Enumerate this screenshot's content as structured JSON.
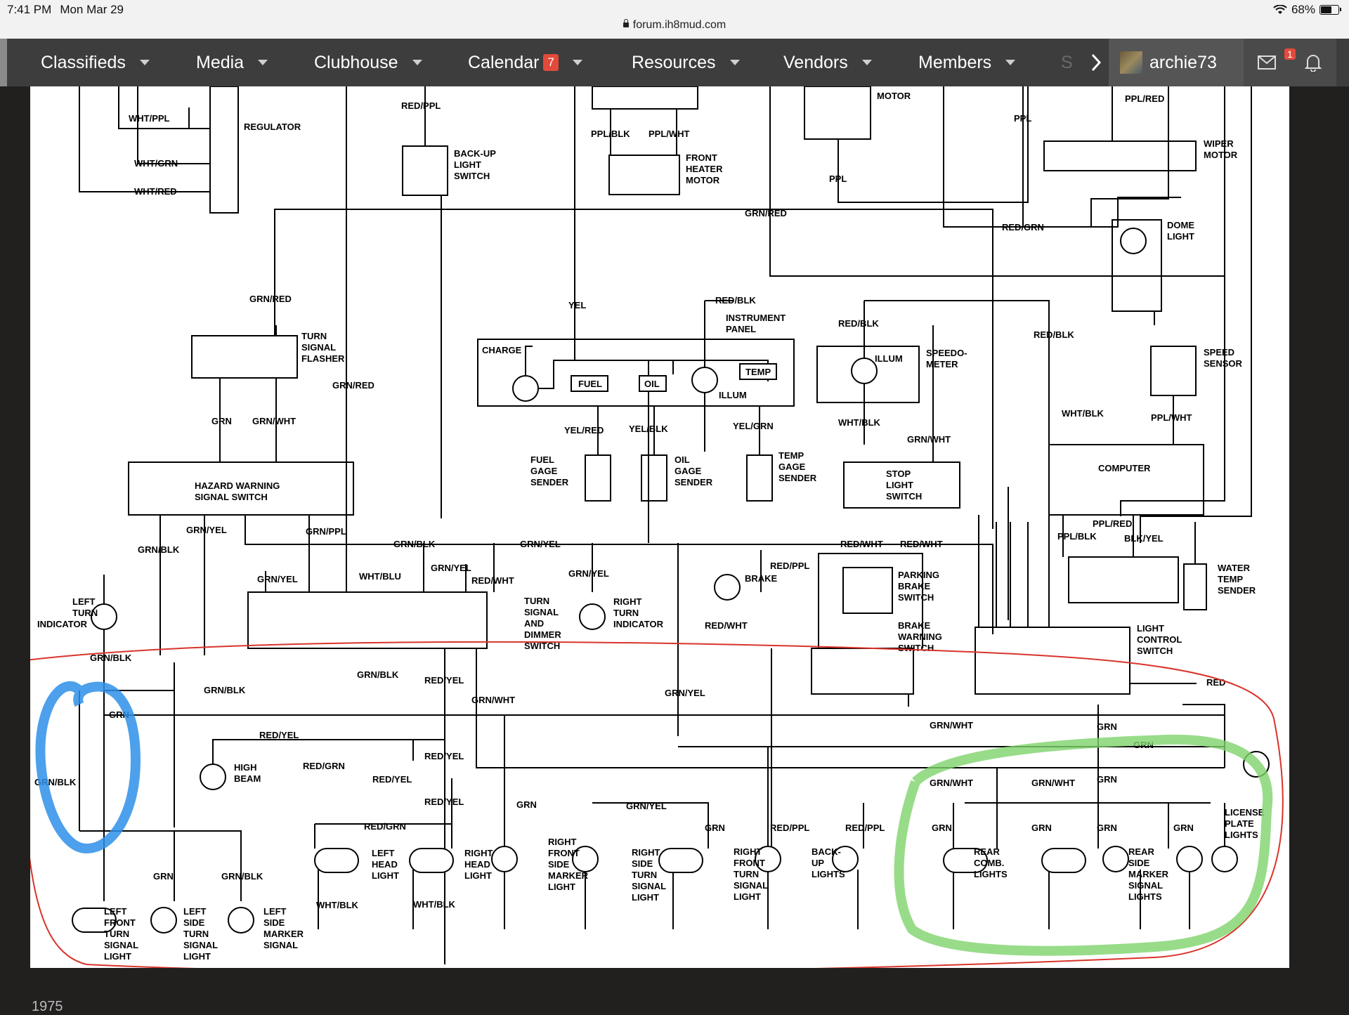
{
  "status_bar": {
    "time": "7:41 PM",
    "date": "Mon Mar 29",
    "url": "forum.ih8mud.com",
    "battery": "68%",
    "battery_level": 0.68
  },
  "nav": {
    "items": [
      {
        "label": "Classifieds"
      },
      {
        "label": "Media"
      },
      {
        "label": "Clubhouse"
      },
      {
        "label": "Calendar",
        "badge": "7"
      },
      {
        "label": "Resources"
      },
      {
        "label": "Vendors"
      },
      {
        "label": "Members"
      }
    ],
    "overflow_label": "S",
    "username": "archie73",
    "alerts_count": "1",
    "icons": {
      "messages": "envelope-icon",
      "alerts": "bell-icon",
      "more": "chevron-right-icon"
    }
  },
  "diagram": {
    "labels": {
      "whtppl": "WHT/PPL",
      "regulator": "REGULATOR",
      "whtgrn": "WHT/GRN",
      "whtred": "WHT/RED",
      "redppl_top": "RED/PPL",
      "backup_switch_1": "BACK-UP",
      "backup_switch_2": "LIGHT",
      "backup_switch_3": "SWITCH",
      "pplblk": "PPL/BLK",
      "pplwht": "PPL/WHT",
      "fhm_1": "FRONT",
      "fhm_2": "HEATER",
      "fhm_3": "MOTOR",
      "motor": "MOTOR",
      "ppl_1": "PPL",
      "ppl_2": "PPL",
      "pplred": "PPL/RED",
      "wiper_1": "WIPER",
      "wiper_2": "MOTOR",
      "grnred_1": "GRN/RED",
      "redgrn_top": "RED/GRN",
      "dome_1": "DOME",
      "dome_2": "LIGHT",
      "grnred_2": "GRN/RED",
      "yel": "YEL",
      "redblk_1": "RED/BLK",
      "ip_1": "INSTRUMENT",
      "ip_2": "PANEL",
      "redblk_2": "RED/BLK",
      "redblk_3": "RED/BLK",
      "tsf_1": "TURN",
      "tsf_2": "SIGNAL",
      "tsf_3": "FLASHER",
      "grnred_3": "GRN/RED",
      "charge": "CHARGE",
      "fuel": "FUEL",
      "oil": "OIL",
      "temp": "TEMP",
      "illum_1": "ILLUM",
      "illum_2": "ILLUM",
      "speedo_1": "SPEEDO-",
      "speedo_2": "METER",
      "speed_sensor_1": "SPEED",
      "speed_sensor_2": "SENSOR",
      "grn_1": "GRN",
      "grnwht_1": "GRN/WHT",
      "yelred": "YEL/RED",
      "yelblk": "YEL/BLK",
      "yelgrn": "YEL/GRN",
      "whtblk_1": "WHT/BLK",
      "whtblk_2": "WHT/BLK",
      "pplwht_2": "PPL/WHT",
      "grnwht_2": "GRN/WHT",
      "fgs_1": "FUEL",
      "fgs_2": "GAGE",
      "fgs_3": "SENDER",
      "ogs_1": "OIL",
      "ogs_2": "GAGE",
      "ogs_3": "SENDER",
      "tgs_1": "TEMP",
      "tgs_2": "GAGE",
      "tgs_3": "SENDER",
      "sls_1": "STOP",
      "sls_2": "LIGHT",
      "sls_3": "SWITCH",
      "computer": "COMPUTER",
      "hw_1": "HAZARD WARNING",
      "hw_2": "SIGNAL SWITCH",
      "grnyel_1": "GRN/YEL",
      "grnppl": "GRN/PPL",
      "grnblk_1": "GRN/BLK",
      "grnblk_2": "GRN/BLK",
      "grnyel_2": "GRN/YEL",
      "grnyel_3": "GRN/YEL",
      "grnyel_4": "GRN/YEL",
      "whtblu": "WHT/BLU",
      "redwht_1": "RED/WHT",
      "grnyel_5": "GRN/YEL",
      "redwht_2": "RED/WHT",
      "redwht_3": "RED/WHT",
      "pplred_2": "PPL/RED",
      "pplblk_2": "PPL/BLK",
      "blkyel": "BLK/YEL",
      "lti_1": "LEFT",
      "lti_2": "TURN",
      "lti_3": "INDICATOR",
      "rti_1": "RIGHT",
      "rti_2": "TURN",
      "rti_3": "INDICATOR",
      "tsd_1": "TURN",
      "tsd_2": "SIGNAL",
      "tsd_3": "AND",
      "tsd_4": "DIMMER",
      "tsd_5": "SWITCH",
      "brake": "BRAKE",
      "redppl_2": "RED/PPL",
      "redwht_4": "RED/WHT",
      "pbs_1": "PARKING",
      "pbs_2": "BRAKE",
      "pbs_3": "SWITCH",
      "bws_1": "BRAKE",
      "bws_2": "WARNING",
      "bws_3": "SWITCH",
      "wts_1": "WATER",
      "wts_2": "TEMP",
      "wts_3": "SENDER",
      "lcs_1": "LIGHT",
      "lcs_2": "CONTROL",
      "lcs_3": "SWITCH",
      "grnblk_3": "GRN/BLK",
      "grnblk_4": "GRN/BLK",
      "grnblk_5": "GRN/BLK",
      "redyel_1": "RED/YEL",
      "grnwht_3": "GRN/WHT",
      "grnyel_6": "GRN/YEL",
      "red": "RED",
      "grn_2": "GRN",
      "grnwht_4": "GRN/WHT",
      "grn_3": "GRN",
      "grn_4": "GRN",
      "grnblk_6": "GRN/BLK",
      "redyel_2": "RED/YEL",
      "highbeam_1": "HIGH",
      "highbeam_2": "BEAM",
      "redgrn_2": "RED/GRN",
      "redyel_3": "RED/YEL",
      "redyel_4": "RED/YEL",
      "redyel_5": "RED/YEL",
      "grnwht_5": "GRN/WHT",
      "grnwht_6": "GRN/WHT",
      "grn_5": "GRN",
      "grn_6": "GRN",
      "grnyel_7": "GRN/YEL",
      "redgrn_3": "RED/GRN",
      "grn_7": "GRN",
      "redppl_3": "RED/PPL",
      "redppl_4": "RED/PPL",
      "grn_8": "GRN",
      "grn_9": "GRN",
      "grn_10": "GRN",
      "grn_11": "GRN",
      "lpl_1": "LICENSE",
      "lpl_2": "PLATE",
      "lpl_3": "LIGHTS",
      "lhl_1": "LEFT",
      "lhl_2": "HEAD",
      "lhl_3": "LIGHT",
      "rhl_1": "RIGHT",
      "rhl_2": "HEAD",
      "rhl_3": "LIGHT",
      "rfsm_1": "RIGHT",
      "rfsm_2": "FRONT",
      "rfsm_3": "SIDE",
      "rfsm_4": "MARKER",
      "rfsm_5": "LIGHT",
      "rsts_1": "RIGHT",
      "rsts_2": "SIDE",
      "rsts_3": "TURN",
      "rsts_4": "SIGNAL",
      "rsts_5": "LIGHT",
      "rfts_1": "RIGHT",
      "rfts_2": "FRONT",
      "rfts_3": "TURN",
      "rfts_4": "SIGNAL",
      "rfts_5": "LIGHT",
      "bul_1": "BACK-",
      "bul_2": "UP",
      "bul_3": "LIGHTS",
      "rcl_1": "REAR",
      "rcl_2": "COMB.",
      "rcl_3": "LIGHTS",
      "rsm_1": "REAR",
      "rsm_2": "SIDE",
      "rsm_3": "MARKER",
      "rsm_4": "SIGNAL",
      "rsm_5": "LIGHTS",
      "grn_12": "GRN",
      "grnblk_7": "GRN/BLK",
      "whtblk_3": "WHT/BLK",
      "whtblk_4": "WHT/BLK",
      "lfts_1": "LEFT",
      "lfts_2": "FRONT",
      "lfts_3": "TURN",
      "lfts_4": "SIGNAL",
      "lfts_5": "LIGHT",
      "lsts_1": "LEFT",
      "lsts_2": "SIDE",
      "lsts_3": "TURN",
      "lsts_4": "SIGNAL",
      "lsts_5": "LIGHT",
      "lsm_1": "LEFT",
      "lsm_2": "SIDE",
      "lsm_3": "MARKER",
      "lsm_4": "SIGNAL"
    },
    "annotation_colors": {
      "red": "#d9342b",
      "blue": "#2e8fe8",
      "green": "#7ed36b"
    }
  },
  "footer_text": "1975"
}
